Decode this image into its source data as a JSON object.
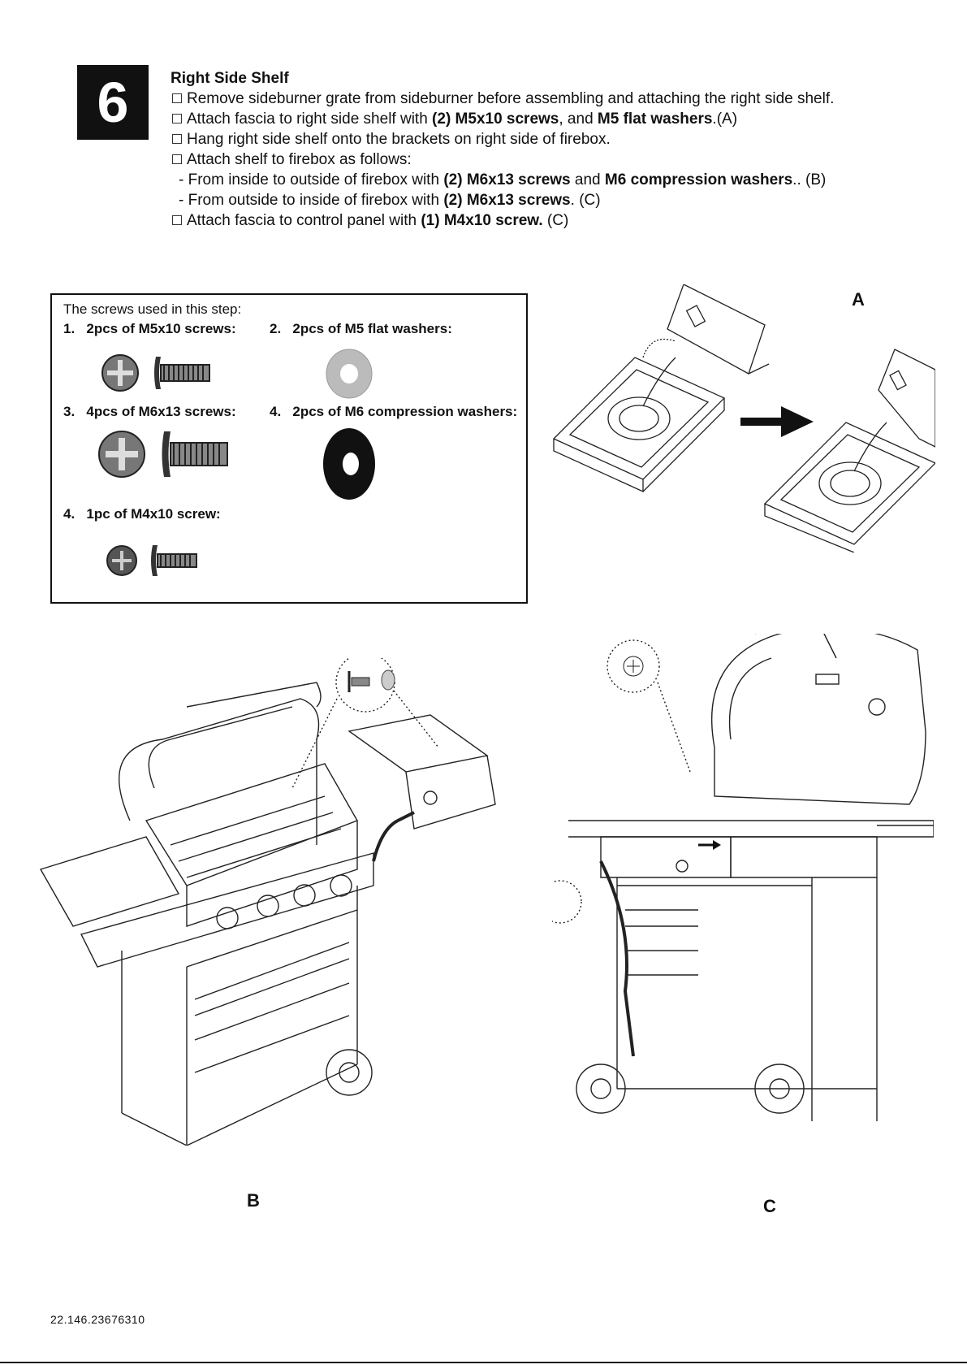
{
  "step": {
    "number": "6"
  },
  "instructions": {
    "title": "Right Side Shelf",
    "line1": "Remove sideburner grate from sideburner before assembling and attaching the right side shelf.",
    "line2_pre": "Attach fascia to right side shelf with ",
    "line2_b1": "(2) M5x10 screws",
    "line2_mid": ", and ",
    "line2_b2": "M5 flat washers",
    "line2_post": ".(A)",
    "line3": "Hang right side shelf onto the brackets on right side of firebox.",
    "line4": "Attach shelf to firebox as follows:",
    "line5_pre": "- From inside to outside of firebox with ",
    "line5_b1": "(2) M6x13 screws",
    "line5_mid": " and ",
    "line5_b2": "M6 compression washers",
    "line5_post": ".. (B)",
    "line6_pre": "- From outside to inside of firebox with ",
    "line6_b1": "(2) M6x13 screws",
    "line6_post": ". (C)",
    "line7_pre": "Attach fascia to control panel with ",
    "line7_b1": "(1) M4x10 screw.",
    "line7_post": " (C)"
  },
  "parts": {
    "header": "The screws used in this step:",
    "items": [
      {
        "num": "1.",
        "label": "2pcs of M5x10 screws:"
      },
      {
        "num": "2.",
        "label": "2pcs of M5 flat washers:"
      },
      {
        "num": "3.",
        "label": "4pcs of M6x13 screws:"
      },
      {
        "num": "4.",
        "label": "2pcs of M6 compression washers:"
      },
      {
        "num": "4.",
        "label": "1pc of M4x10 screw:"
      }
    ]
  },
  "figures": {
    "a": "A",
    "b": "B",
    "c": "C"
  },
  "footer": {
    "code": "22.146.23676310"
  },
  "icons": [
    "step-number-badge",
    "checkbox-icon",
    "screw-head-icon",
    "screw-side-icon",
    "flat-washer-icon",
    "compression-washer-icon",
    "arrow-right-icon"
  ]
}
